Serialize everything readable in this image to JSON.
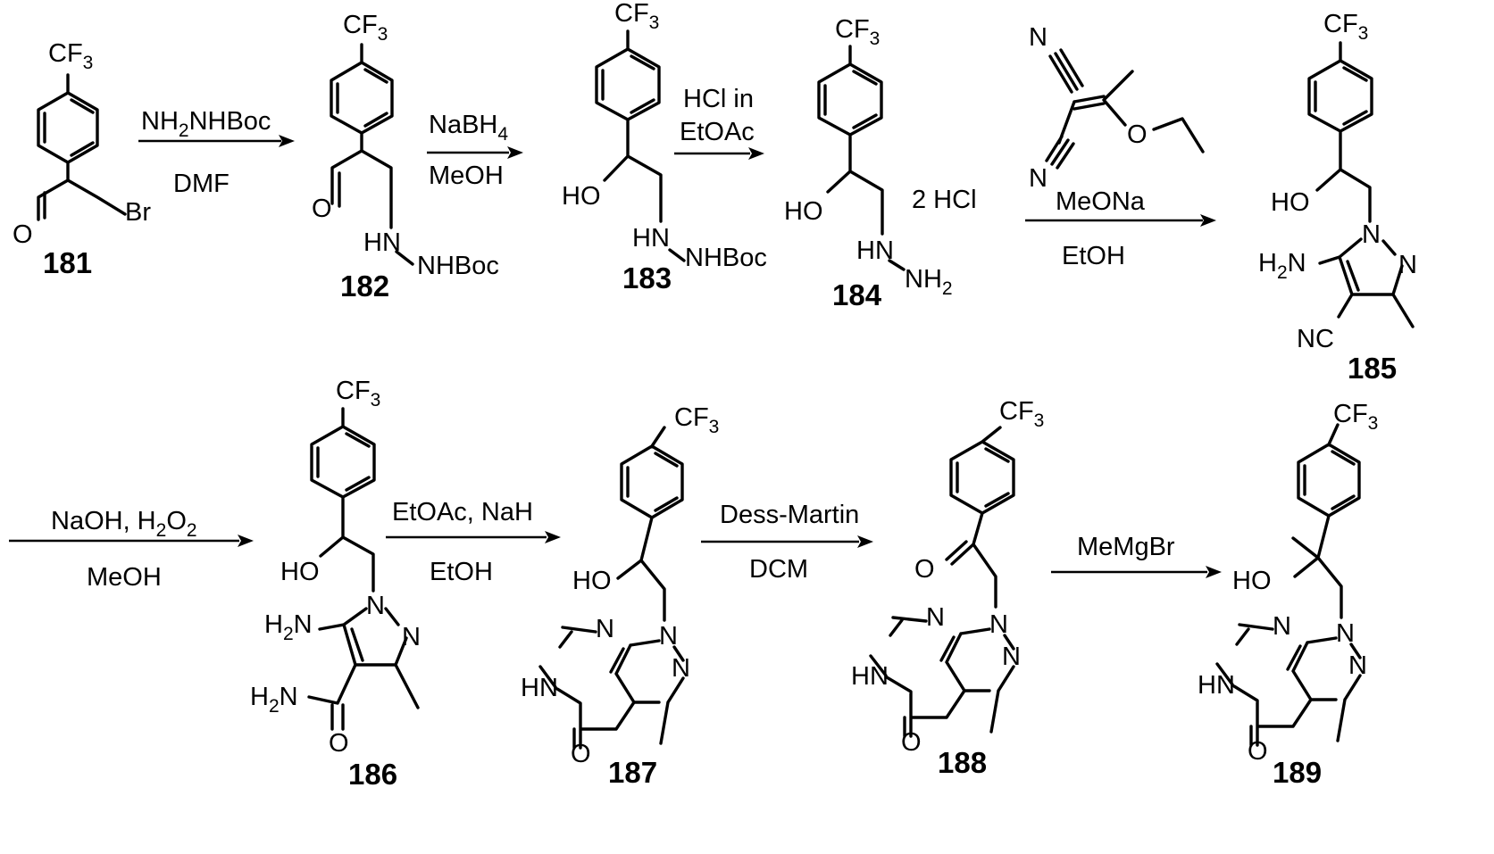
{
  "compounds": [
    {
      "id": "c181",
      "number": "181",
      "labels": [
        "CF",
        "3",
        "O",
        "Br"
      ]
    },
    {
      "id": "c182",
      "number": "182",
      "labels": [
        "CF",
        "3",
        "O",
        "HN",
        "NHBoc"
      ]
    },
    {
      "id": "c183",
      "number": "183",
      "labels": [
        "CF",
        "3",
        "HO",
        "HN",
        "NHBoc"
      ],
      "salt": ""
    },
    {
      "id": "c184",
      "number": "184",
      "labels": [
        "CF",
        "3",
        "HO",
        "HN",
        "NH",
        "2"
      ],
      "salt": "2 HCl"
    },
    {
      "id": "c185",
      "number": "185",
      "labels": [
        "CF",
        "3",
        "HO",
        "N",
        "N",
        "H",
        "2",
        "N",
        "NC"
      ]
    },
    {
      "id": "c186",
      "number": "186",
      "labels": [
        "CF",
        "3",
        "HO",
        "N",
        "N",
        "H",
        "2",
        "N",
        "H",
        "2",
        "N",
        "O"
      ]
    },
    {
      "id": "c187",
      "number": "187",
      "labels": [
        "CF",
        "3",
        "HO",
        "N",
        "N",
        "N",
        "HN",
        "O"
      ]
    },
    {
      "id": "c188",
      "number": "188",
      "labels": [
        "CF",
        "3",
        "O",
        "N",
        "N",
        "N",
        "HN",
        "O"
      ]
    },
    {
      "id": "c189",
      "number": "189",
      "labels": [
        "CF",
        "3",
        "HO",
        "N",
        "N",
        "N",
        "HN",
        "O"
      ]
    }
  ],
  "reagent_structure": {
    "labels": [
      "N",
      "N",
      "O"
    ]
  },
  "steps": [
    {
      "id": "s1",
      "above": [
        "NH",
        "2",
        "NHBoc"
      ],
      "below": "DMF"
    },
    {
      "id": "s2",
      "above": [
        "NaBH",
        "4"
      ],
      "below": "MeOH"
    },
    {
      "id": "s3",
      "above": [
        "HCl in",
        "EtOAc"
      ],
      "below": ""
    },
    {
      "id": "s4",
      "above": [
        "MeONa"
      ],
      "below": "EtOH"
    },
    {
      "id": "s5",
      "above": [
        "NaOH, H",
        "2",
        "O",
        "2"
      ],
      "below": "MeOH"
    },
    {
      "id": "s6",
      "above": [
        "EtOAc, NaH"
      ],
      "below": "EtOH"
    },
    {
      "id": "s7",
      "above": [
        "Dess-Martin"
      ],
      "below": "DCM"
    },
    {
      "id": "s8",
      "above": [
        "MeMgBr"
      ],
      "below": ""
    }
  ]
}
